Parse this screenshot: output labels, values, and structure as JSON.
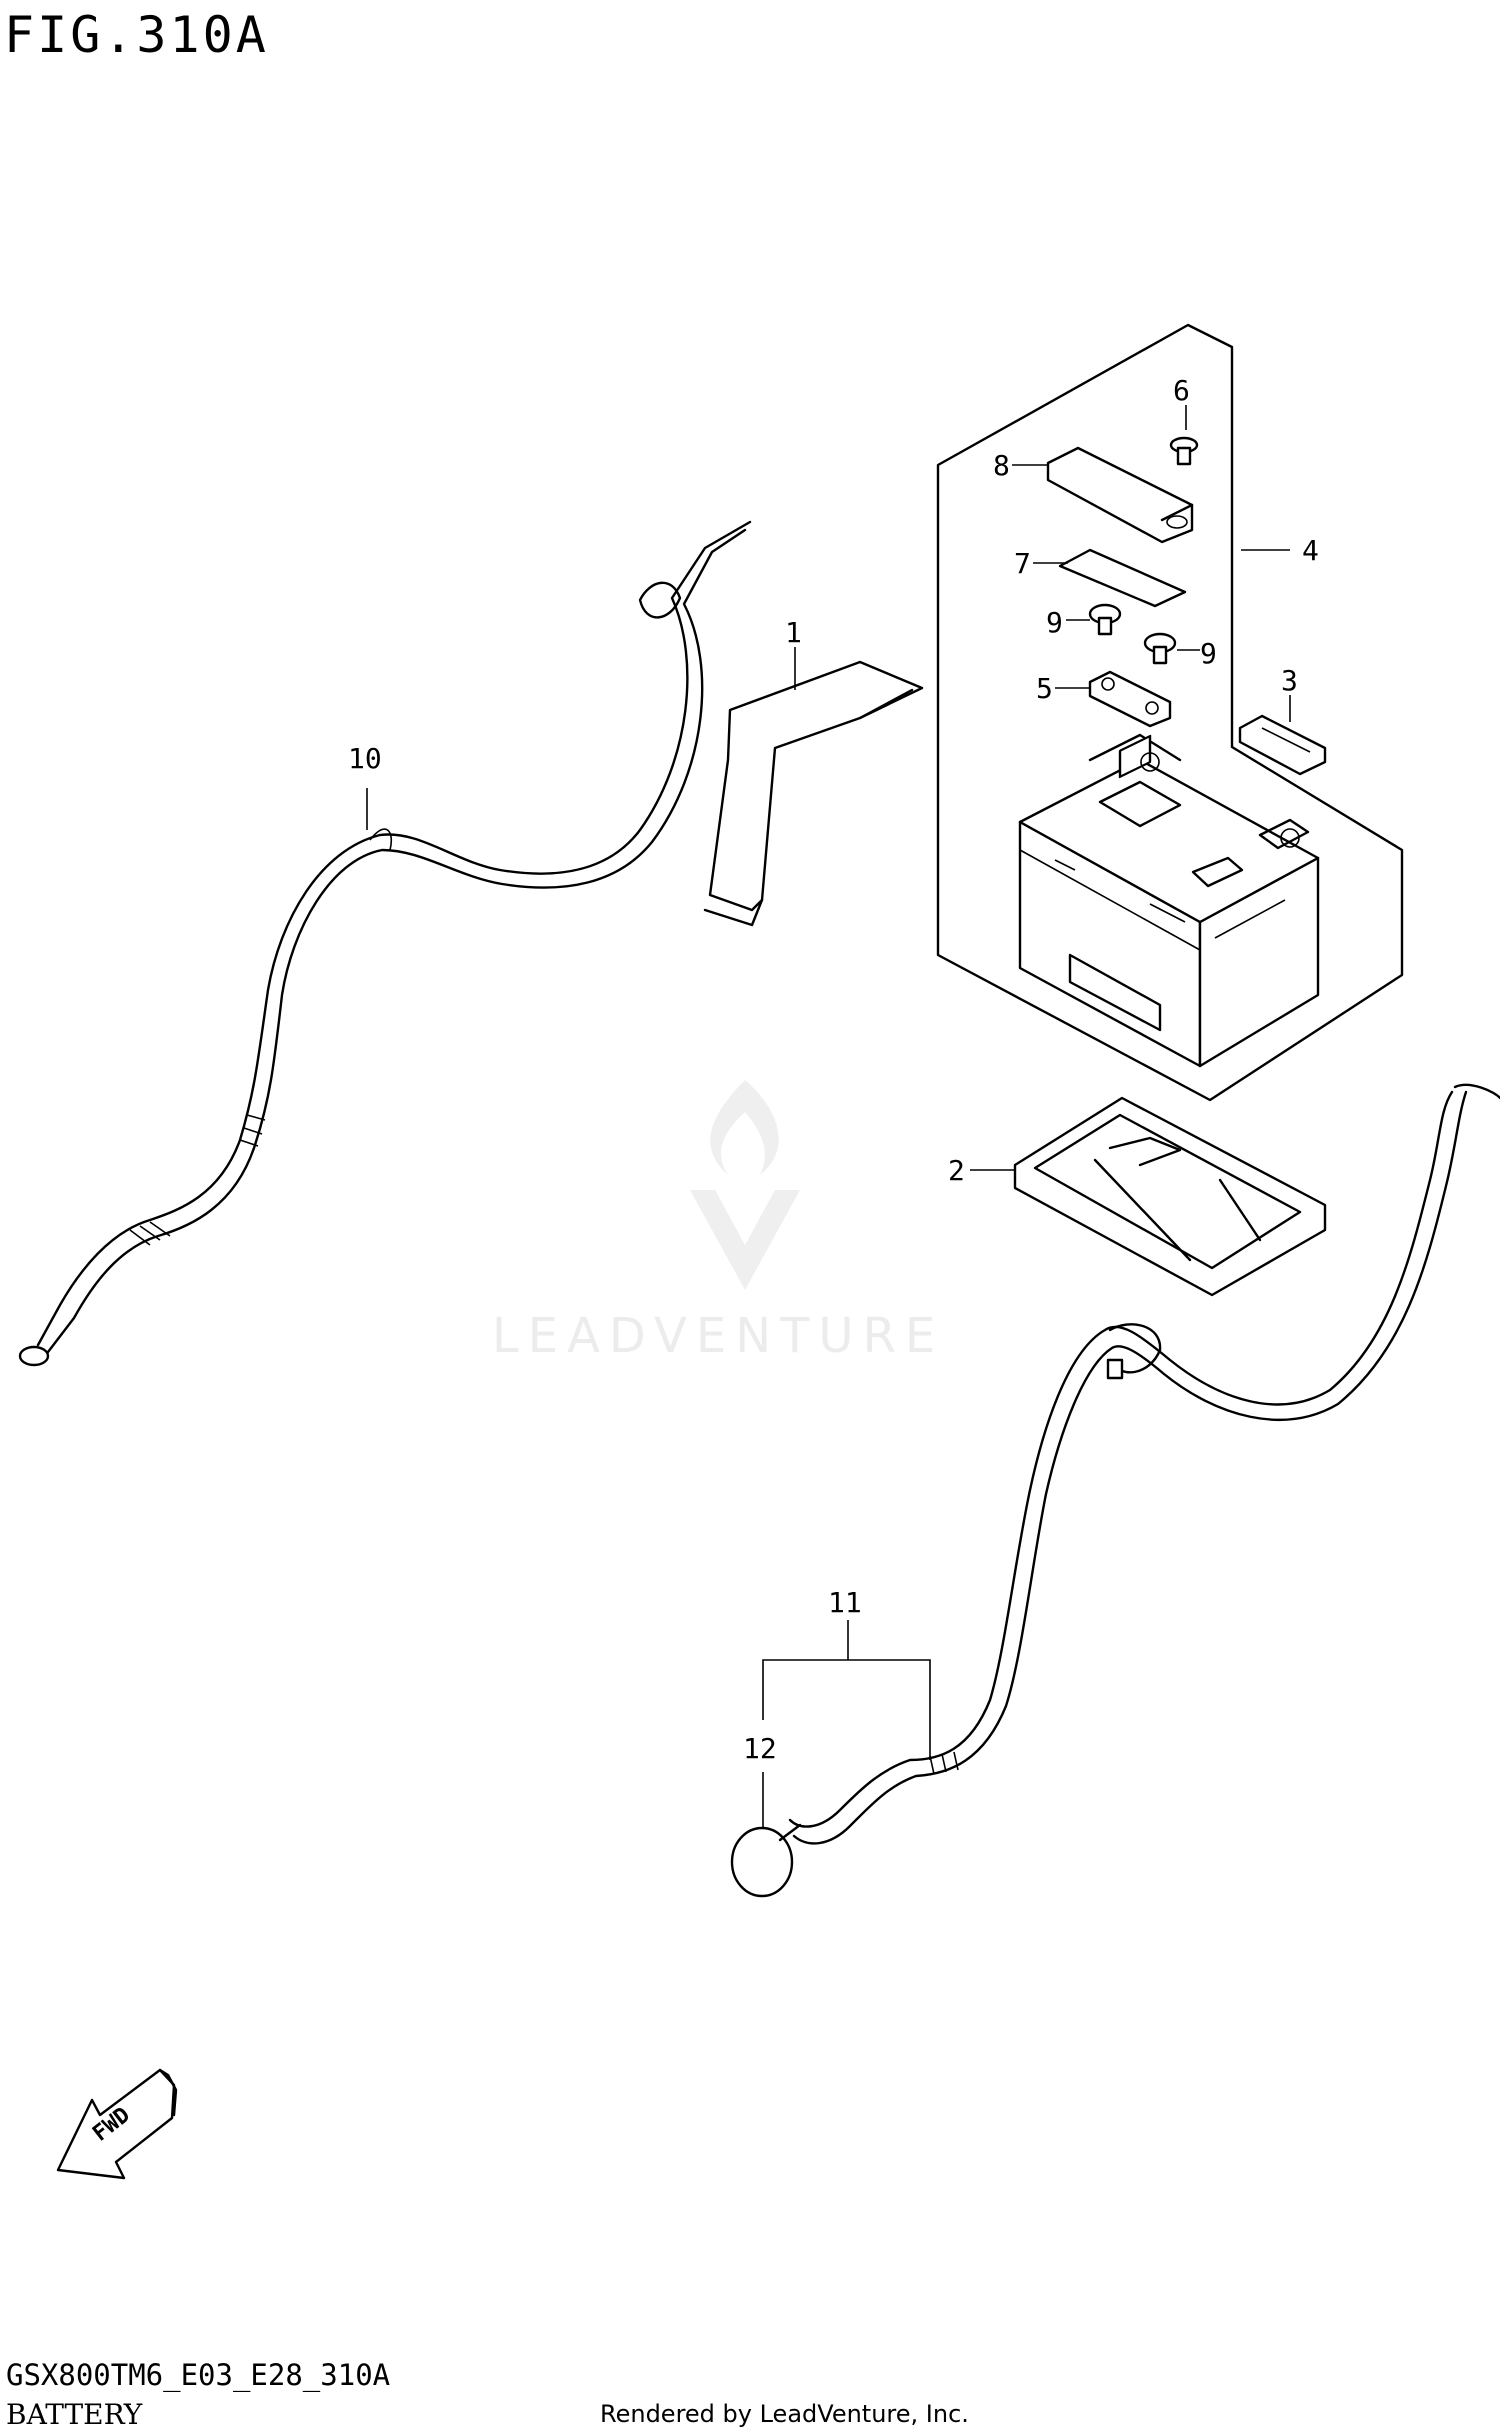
{
  "header": {
    "figure_title": "FIG.310A"
  },
  "footer": {
    "drawing_code": "GSX800TM6_E03_E28_310A",
    "subtitle": "BATTERY",
    "rendered_by": "Rendered by LeadVenture, Inc."
  },
  "watermark": {
    "brand": "LEADVENTURE"
  },
  "arrow": {
    "label": "FWD"
  },
  "callouts": [
    {
      "id": "1",
      "label": "1"
    },
    {
      "id": "2",
      "label": "2"
    },
    {
      "id": "3",
      "label": "3"
    },
    {
      "id": "4",
      "label": "4"
    },
    {
      "id": "5",
      "label": "5"
    },
    {
      "id": "6",
      "label": "6"
    },
    {
      "id": "7",
      "label": "7"
    },
    {
      "id": "8",
      "label": "8"
    },
    {
      "id": "9a",
      "label": "9"
    },
    {
      "id": "9b",
      "label": "9"
    },
    {
      "id": "10",
      "label": "10"
    },
    {
      "id": "11",
      "label": "11"
    },
    {
      "id": "12",
      "label": "12"
    }
  ],
  "colors": {
    "line": "#000000",
    "background": "#ffffff",
    "watermark": "#e9e9e9"
  }
}
